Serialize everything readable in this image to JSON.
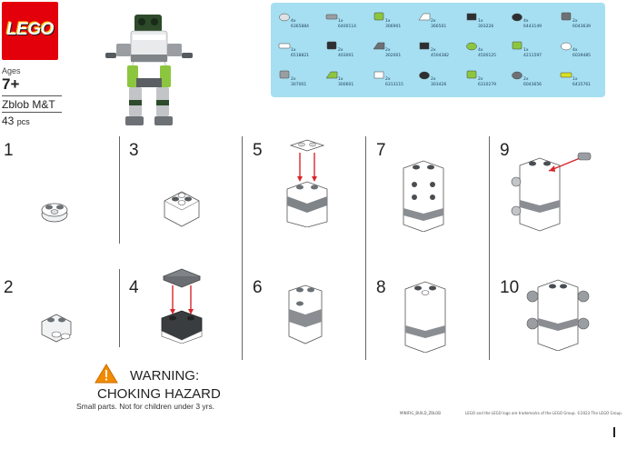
{
  "brand": {
    "logo_text": "LEGO",
    "color": "#e3000b"
  },
  "product": {
    "ages_label": "Ages",
    "age_value": "7+",
    "name": "Zblob M&T",
    "piece_count": "43",
    "piece_unit": "pcs"
  },
  "parts": [
    {
      "qty": "4x",
      "id": "6365884"
    },
    {
      "qty": "1x",
      "id": "6518821"
    },
    {
      "qty": "2x",
      "id": "307001"
    },
    {
      "qty": "1x",
      "id": "6400114"
    },
    {
      "qty": "2x",
      "id": "403001"
    },
    {
      "qty": "1x",
      "id": "300601"
    },
    {
      "qty": "1x",
      "id": "306901"
    },
    {
      "qty": "2x",
      "id": "302001"
    },
    {
      "qty": "2x",
      "id": "6313115"
    },
    {
      "qty": "2x",
      "id": "366501"
    },
    {
      "qty": "2x",
      "id": "4504382"
    },
    {
      "qty": "2x",
      "id": "303426"
    },
    {
      "qty": "1x",
      "id": "303226"
    },
    {
      "qty": "4x",
      "id": "4500125"
    },
    {
      "qty": "2x",
      "id": "6310279"
    },
    {
      "qty": "4x",
      "id": "6443149"
    },
    {
      "qty": "1x",
      "id": "4211597"
    },
    {
      "qty": "2x",
      "id": "6043656"
    },
    {
      "qty": "2x",
      "id": "6043639"
    },
    {
      "qty": "4x",
      "id": "6039485"
    },
    {
      "qty": "1x",
      "id": "6435761"
    }
  ],
  "steps": [
    "1",
    "2",
    "3",
    "4",
    "5",
    "6",
    "7",
    "8",
    "9",
    "10"
  ],
  "warning": {
    "title": "WARNING:",
    "subtitle": "CHOKING HAZARD",
    "note": "Small parts. Not for children under 3 yrs."
  },
  "footer": {
    "code": "MINIFIG_BUILD_ZBLOB",
    "legal": "LEGO and the LEGO logo are trademarks of the LEGO Group. ©2023 The LEGO Group."
  },
  "colors": {
    "panel": "#a6dff1",
    "lime": "#8cc63f",
    "dark_green": "#2d4a2a",
    "grey": "#9a9ea3",
    "dark_grey": "#555a5e",
    "arrow": "#d8262b"
  }
}
